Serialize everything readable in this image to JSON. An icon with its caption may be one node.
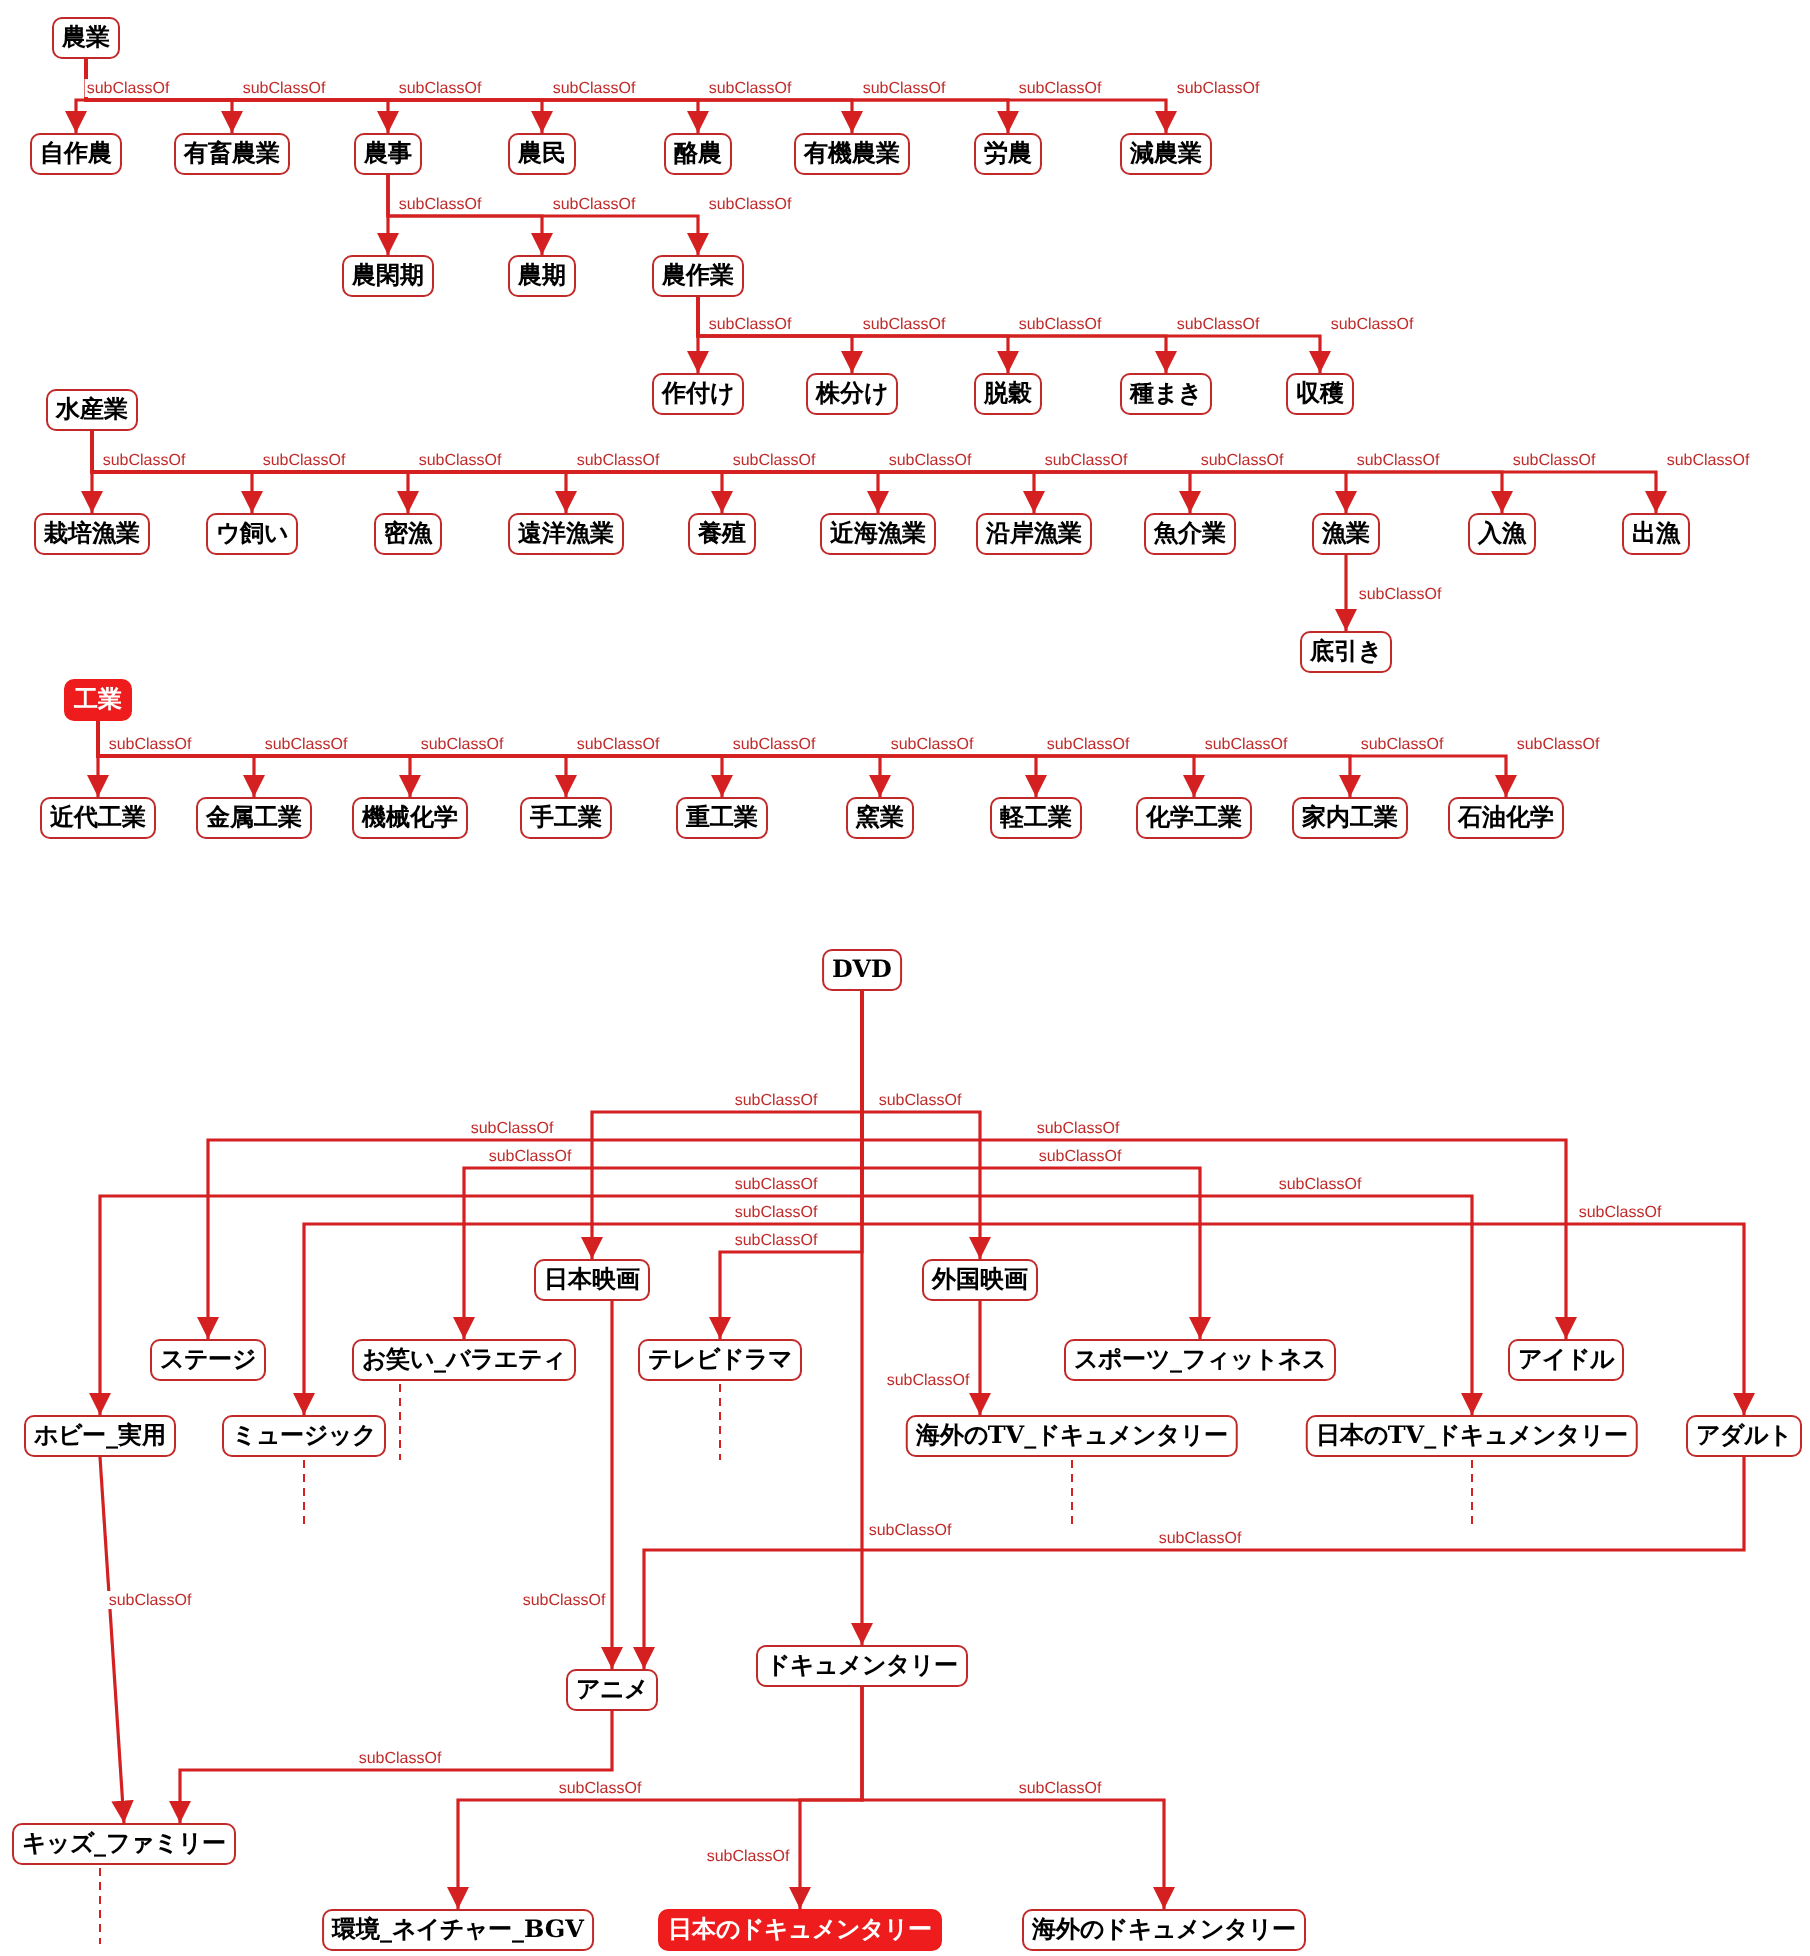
{
  "diagram": {
    "nodes": [
      {
        "text": [
          "農業"
        ]
      },
      {
        "text": [
          "自作農"
        ]
      },
      {
        "text": [
          "有畜農業"
        ]
      },
      {
        "text": [
          "農事"
        ]
      },
      {
        "text": [
          "農民"
        ]
      },
      {
        "text": [
          "酪農"
        ]
      },
      {
        "text": [
          "有機農業"
        ]
      },
      {
        "text": [
          "労農"
        ]
      },
      {
        "text": [
          "減農業"
        ]
      },
      {
        "text": [
          "農閑期"
        ]
      },
      {
        "text": [
          "農期"
        ]
      },
      {
        "text": [
          "農作業"
        ]
      },
      {
        "text": [
          "作付け"
        ]
      },
      {
        "text": [
          "株分け"
        ]
      },
      {
        "text": [
          "脱穀"
        ]
      },
      {
        "text": [
          "種まき"
        ]
      },
      {
        "text": [
          "収穫"
        ]
      },
      {
        "text": [
          "水産業"
        ]
      },
      {
        "text": [
          "栽培漁業"
        ]
      },
      {
        "text": [
          "ウ飼い"
        ]
      },
      {
        "text": [
          "密漁"
        ]
      },
      {
        "text": [
          "遠洋漁業"
        ]
      },
      {
        "text": [
          "養殖"
        ]
      },
      {
        "text": [
          "近海漁業"
        ]
      },
      {
        "text": [
          "沿岸漁業"
        ]
      },
      {
        "text": [
          "魚介業"
        ]
      },
      {
        "text": [
          "漁業"
        ]
      },
      {
        "text": [
          "入漁"
        ]
      },
      {
        "text": [
          "出漁"
        ]
      },
      {
        "text": [
          "底引き"
        ]
      },
      {
        "text": [
          "工業"
        ]
      },
      {
        "text": [
          "近代工業"
        ]
      },
      {
        "text": [
          "金属工業"
        ]
      },
      {
        "text": [
          "機械化学"
        ]
      },
      {
        "text": [
          "手工業"
        ]
      },
      {
        "text": [
          "重工業"
        ]
      },
      {
        "text": [
          "窯業"
        ]
      },
      {
        "text": [
          "軽工業"
        ]
      },
      {
        "text": [
          "化学工業"
        ]
      },
      {
        "text": [
          "家内工業"
        ]
      },
      {
        "text": [
          "石油化学"
        ]
      },
      {
        "text": [
          "DVD"
        ]
      },
      {
        "text": [
          "日本映画"
        ]
      },
      {
        "text": [
          "外国映画"
        ]
      },
      {
        "text": [
          "ステージ"
        ]
      },
      {
        "text": [
          "お笑い_バラエティ"
        ]
      },
      {
        "text": [
          "テレビドラマ"
        ]
      },
      {
        "text": [
          "スポーツ_フィットネス"
        ]
      },
      {
        "text": [
          "アイドル"
        ]
      },
      {
        "text": [
          "ホビー_実用"
        ]
      },
      {
        "text": [
          "ミュージック"
        ]
      },
      {
        "text": [
          "海外のTV_ドキュメンタリー"
        ]
      },
      {
        "text": [
          "日本のTV_ドキュメンタリー"
        ]
      },
      {
        "text": [
          "アダルト"
        ]
      },
      {
        "text": [
          "アニメ"
        ]
      },
      {
        "text": [
          "ドキュメンタリー"
        ]
      },
      {
        "text": [
          "キッズ_ファミリー"
        ]
      },
      {
        "text": [
          "環境_ネイチャー_BGV"
        ]
      },
      {
        "text": [
          "日本のドキュメンタリー"
        ]
      },
      {
        "text": [
          "海外のドキュメンタリー"
        ]
      }
    ],
    "edges": [
      {
        "from": 0,
        "to": 1,
        "arrow": "to",
        "label": "subClassOf"
      },
      {
        "from": 0,
        "to": 2,
        "arrow": "to",
        "label": "subClassOf"
      },
      {
        "from": 0,
        "to": 3,
        "arrow": "to",
        "label": "subClassOf"
      },
      {
        "from": 0,
        "to": 4,
        "arrow": "to",
        "label": "subClassOf"
      },
      {
        "from": 0,
        "to": 5,
        "arrow": "to",
        "label": "subClassOf"
      },
      {
        "from": 0,
        "to": 6,
        "arrow": "to",
        "label": "subClassOf"
      },
      {
        "from": 0,
        "to": 7,
        "arrow": "to",
        "label": "subClassOf"
      },
      {
        "from": 0,
        "to": 8,
        "arrow": "to",
        "label": "subClassOf"
      },
      {
        "from": 3,
        "to": 9,
        "arrow": "to",
        "label": "subClassOf"
      },
      {
        "from": 3,
        "to": 10,
        "arrow": "to",
        "label": "subClassOf"
      },
      {
        "from": 3,
        "to": 11,
        "arrow": "to",
        "label": "subClassOf"
      },
      {
        "from": 11,
        "to": 12,
        "arrow": "to",
        "label": "subClassOf"
      },
      {
        "from": 11,
        "to": 13,
        "arrow": "to",
        "label": "subClassOf"
      },
      {
        "from": 11,
        "to": 14,
        "arrow": "to",
        "label": "subClassOf"
      },
      {
        "from": 11,
        "to": 15,
        "arrow": "to",
        "label": "subClassOf"
      },
      {
        "from": 11,
        "to": 16,
        "arrow": "to",
        "label": "subClassOf"
      },
      {
        "from": 17,
        "to": 18,
        "arrow": "to",
        "label": "subClassOf"
      },
      {
        "from": 17,
        "to": 19,
        "arrow": "to",
        "label": "subClassOf"
      },
      {
        "from": 17,
        "to": 20,
        "arrow": "to",
        "label": "subClassOf"
      },
      {
        "from": 17,
        "to": 21,
        "arrow": "to",
        "label": "subClassOf"
      },
      {
        "from": 17,
        "to": 22,
        "arrow": "to",
        "label": "subClassOf"
      },
      {
        "from": 17,
        "to": 23,
        "arrow": "to",
        "label": "subClassOf"
      },
      {
        "from": 17,
        "to": 24,
        "arrow": "to",
        "label": "subClassOf"
      },
      {
        "from": 17,
        "to": 25,
        "arrow": "to",
        "label": "subClassOf"
      },
      {
        "from": 17,
        "to": 26,
        "arrow": "to",
        "label": "subClassOf"
      },
      {
        "from": 17,
        "to": 27,
        "arrow": "to",
        "label": "subClassOf"
      },
      {
        "from": 17,
        "to": 28,
        "arrow": "to",
        "label": "subClassOf"
      },
      {
        "from": 26,
        "to": 29,
        "arrow": "to",
        "label": "subClassOf"
      },
      {
        "from": 30,
        "to": 31,
        "arrow": "to",
        "label": "subClassOf"
      },
      {
        "from": 30,
        "to": 32,
        "arrow": "to",
        "label": "subClassOf"
      },
      {
        "from": 30,
        "to": 33,
        "arrow": "to",
        "label": "subClassOf"
      },
      {
        "from": 30,
        "to": 34,
        "arrow": "to",
        "label": "subClassOf"
      },
      {
        "from": 30,
        "to": 35,
        "arrow": "to",
        "label": "subClassOf"
      },
      {
        "from": 30,
        "to": 36,
        "arrow": "to",
        "label": "subClassOf"
      },
      {
        "from": 30,
        "to": 37,
        "arrow": "to",
        "label": "subClassOf"
      },
      {
        "from": 30,
        "to": 38,
        "arrow": "to",
        "label": "subClassOf"
      },
      {
        "from": 30,
        "to": 39,
        "arrow": "to",
        "label": "subClassOf"
      },
      {
        "from": 30,
        "to": 40,
        "arrow": "to",
        "label": "subClassOf"
      },
      {
        "from": 41,
        "to": 42,
        "arrow": "to",
        "label": "subClassOf"
      },
      {
        "from": 41,
        "to": 43,
        "arrow": "to",
        "label": "subClassOf"
      },
      {
        "from": 41,
        "to": 44,
        "arrow": "to",
        "label": "subClassOf"
      },
      {
        "from": 41,
        "to": 45,
        "arrow": "to",
        "label": "subClassOf"
      },
      {
        "from": 41,
        "to": 46,
        "arrow": "to",
        "label": "subClassOf"
      },
      {
        "from": 41,
        "to": 47,
        "arrow": "to",
        "label": "subClassOf"
      },
      {
        "from": 41,
        "to": 48,
        "arrow": "to",
        "label": "subClassOf"
      },
      {
        "from": 41,
        "to": 49,
        "arrow": "to",
        "label": "subClassOf"
      },
      {
        "from": 41,
        "to": 50,
        "arrow": "to",
        "label": "subClassOf"
      },
      {
        "from": 41,
        "to": 52,
        "arrow": "to",
        "label": "subClassOf"
      },
      {
        "from": 41,
        "to": 53,
        "arrow": "to",
        "label": "subClassOf"
      },
      {
        "from": 41,
        "to": 55,
        "arrow": "to",
        "label": "subClassOf"
      },
      {
        "from": 43,
        "to": 51,
        "arrow": "to",
        "label": "subClassOf"
      },
      {
        "from": 42,
        "to": 54,
        "arrow": "to",
        "label": "subClassOf"
      },
      {
        "from": 53,
        "to": 54,
        "arrow": "to",
        "label": "subClassOf"
      },
      {
        "from": 49,
        "to": 56,
        "arrow": "to",
        "label": "subClassOf"
      },
      {
        "from": 54,
        "to": 56,
        "arrow": "to",
        "label": "subClassOf"
      },
      {
        "from": 55,
        "to": 57,
        "arrow": "to",
        "label": "subClassOf"
      },
      {
        "from": 55,
        "to": 58,
        "arrow": "to",
        "label": "subClassOf"
      },
      {
        "from": 55,
        "to": 59,
        "arrow": "to",
        "label": "subClassOf"
      }
    ]
  }
}
